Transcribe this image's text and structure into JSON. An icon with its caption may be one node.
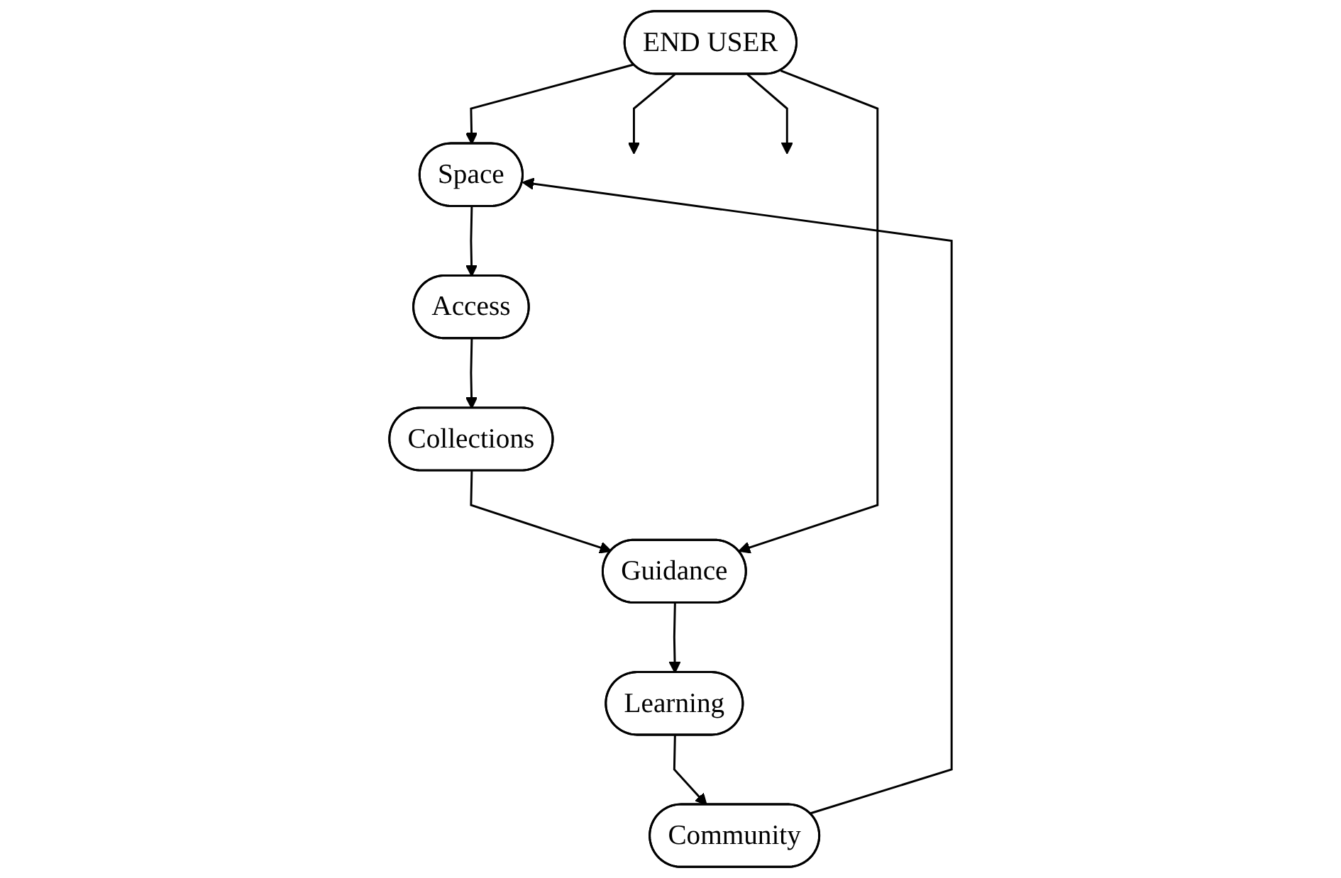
{
  "diagram": {
    "nodes": [
      {
        "text": [
          "Space"
        ]
      },
      {
        "text": [
          "Community"
        ]
      },
      {
        "text": [
          "Access"
        ]
      },
      {
        "text": [
          "END USER"
        ]
      },
      {
        "text": [
          "Learning"
        ]
      },
      {
        "text": [
          "Collections"
        ]
      },
      {
        "text": [
          "Guidance"
        ]
      }
    ],
    "edges": [
      {
        "from": 1,
        "to": 0,
        "arrow": "to"
      },
      {
        "from": 0,
        "to": 2,
        "arrow": "to"
      },
      {
        "from": 2,
        "to": 5,
        "arrow": "to"
      },
      {
        "from": 5,
        "to": 6,
        "arrow": "to"
      },
      {
        "from": 6,
        "to": 4,
        "arrow": "to"
      },
      {
        "from": 4,
        "to": 1,
        "arrow": "to"
      },
      {
        "from": 3,
        "to": 0,
        "arrow": "to"
      },
      {
        "from": 3,
        "to": null,
        "arrow": "to"
      },
      {
        "from": 3,
        "to": null,
        "arrow": "to"
      },
      {
        "from": 3,
        "to": 6,
        "arrow": "to"
      }
    ]
  }
}
